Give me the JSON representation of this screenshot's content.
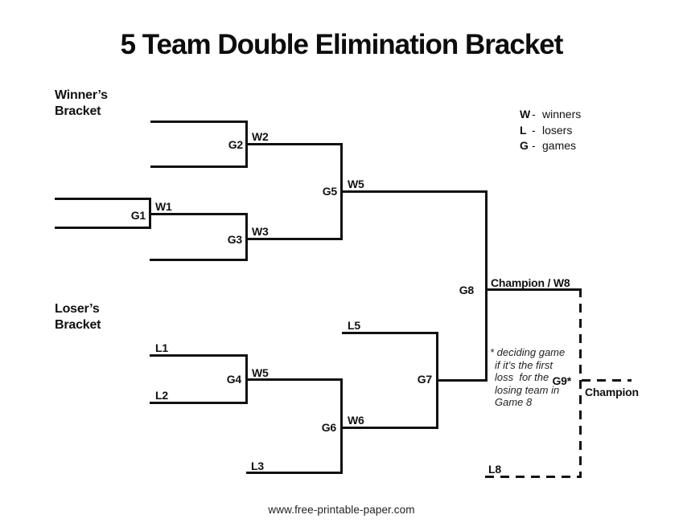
{
  "title": "5 Team Double Elimination Bracket",
  "headings": {
    "winners_1": "Winner’s",
    "winners_2": "Bracket",
    "losers_1": "Loser’s",
    "losers_2": "Bracket"
  },
  "legend": {
    "items": [
      {
        "key": "W",
        "sep": "-",
        "label": "winners"
      },
      {
        "key": "L",
        "sep": "-",
        "label": "losers"
      },
      {
        "key": "G",
        "sep": "-",
        "label": "games"
      }
    ]
  },
  "winners": {
    "g1": "G1",
    "g2": "G2",
    "g3": "G3",
    "g5": "G5",
    "g8": "G8",
    "w1": "W1",
    "w2": "W2",
    "w3": "W3",
    "w5": "W5",
    "champion_w8": "Champion / W8"
  },
  "losers": {
    "g4": "G4",
    "g6": "G6",
    "g7": "G7",
    "l1": "L1",
    "l2": "L2",
    "l3": "L3",
    "l5": "L5",
    "l8": "L8",
    "w5": "W5",
    "w6": "W6"
  },
  "final": {
    "g9": "G9*",
    "champion": "Champion",
    "note_lines": [
      "* deciding game",
      "if it’s the first",
      "loss  for the",
      "losing team in",
      "Game 8"
    ]
  },
  "footer": "www.free-printable-paper.com",
  "colors": {
    "ink": "#111111",
    "background": "#ffffff"
  }
}
